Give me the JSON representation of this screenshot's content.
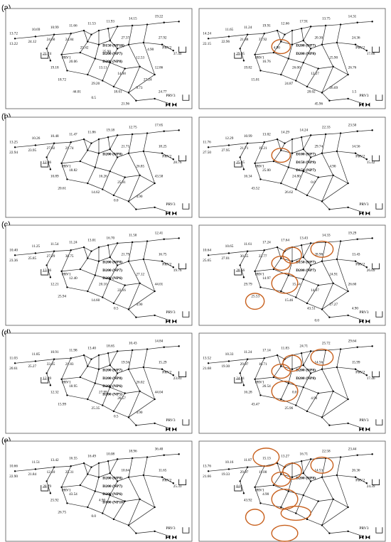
{
  "figure": {
    "rows": [
      {
        "label": "(a)",
        "panels": [
          {
            "side": "left",
            "values": [
              "13.72",
              "10.69",
              "10.99",
              "11.66",
              "11.53",
              "11.93",
              "14.15",
              "19.22",
              "13.22",
              "24.12",
              "24.60",
              "24.84",
              "27.37",
              "27.92",
              "37.40",
              "19.18",
              "21.74",
              "20.06",
              "18.72",
              "29.20",
              "13.11",
              "14.98",
              "12.53",
              "12.86",
              "18.01",
              "9.73",
              "21.96",
              "24.77",
              "25.42",
              "27.24",
              "25.90",
              "44.01",
              "0.5",
              "4.90"
            ],
            "labels": [
              "D150 (NP10)",
              "D200 (NP7)",
              "D200 (NP8)",
              "PRV1",
              "PRV2",
              "PRV3"
            ],
            "highlights": []
          },
          {
            "side": "right",
            "values": [
              "14.24",
              "11.65",
              "11.24",
              "19.91",
              "12.66",
              "17.91",
              "13.75",
              "14.31",
              "22.15",
              "22.96",
              "21.88",
              "37.92",
              "20.30",
              "24.36",
              "17.88",
              "19.82",
              "29.95",
              "16.76",
              "15.01",
              "24.87",
              "26.00",
              "12.27",
              "25.90",
              "26.76",
              "28.02",
              "26.69",
              "45.96",
              "1.5",
              "4.90"
            ],
            "labels": [
              "D200 (NP7)",
              "D200 (NP8)",
              "PRV1",
              "PRV2",
              "PRV3"
            ],
            "highlights": [
              "h1"
            ]
          }
        ]
      },
      {
        "label": "(b)",
        "panels": [
          {
            "side": "left",
            "values": [
              "13.25",
              "10.26",
              "10.48",
              "11.47",
              "11.86",
              "19.18",
              "12.75",
              "17.65",
              "22.94",
              "23.95",
              "27.92",
              "21.74",
              "21.71",
              "18.25",
              "28.76",
              "10.89",
              "12.86",
              "18.82",
              "20.61",
              "14.62",
              "16.26",
              "25.91",
              "26.85",
              "43.58",
              "0.0",
              "4.90"
            ],
            "labels": [
              "D200 (NP8)",
              "PRV1",
              "PRV2",
              "PRV3"
            ],
            "highlights": []
          },
          {
            "side": "right",
            "values": [
              "11.76",
              "12.29",
              "10.99",
              "13.02",
              "14.29",
              "14.24",
              "22.33",
              "23.50",
              "27.50",
              "27.95",
              "21.71",
              "19.21",
              "29.74",
              "14.56",
              "15.42",
              "16.34",
              "25.85",
              "25.00",
              "43.52",
              "26.62",
              "24.80",
              "0.0",
              "4.90"
            ],
            "labels": [
              "D100 (NP7)",
              "D150 (NP9)",
              "D150 (NP7)",
              "PRV1",
              "PRV2",
              "PRV3"
            ],
            "highlights": [
              "h1"
            ]
          }
        ]
      },
      {
        "label": "(c)",
        "panels": [
          {
            "side": "left",
            "values": [
              "10.40",
              "11.25",
              "11.54",
              "11.24",
              "13.01",
              "16.70",
              "11.50",
              "12.41",
              "23.36",
              "25.85",
              "27.29",
              "30.75",
              "21.79",
              "16.75",
              "19.76",
              "12.21",
              "13.36",
              "12.40",
              "25.94",
              "14.60",
              "20.10",
              "22.16",
              "27.12",
              "44.01",
              "0.5",
              "4.90"
            ],
            "labels": [
              "D200 (NP8)",
              "D200 (NP7)",
              "D200 (NP6)",
              "PRV1",
              "PRV2",
              "PRV3"
            ],
            "highlights": []
          },
          {
            "side": "right",
            "values": [
              "10.64",
              "10.65",
              "11.61",
              "17.24",
              "17.64",
              "13.43",
              "14.33",
              "19.29",
              "25.65",
              "27.01",
              "30.55",
              "22.77",
              "28.98",
              "13.43",
              "26.09",
              "29.79",
              "28.56",
              "14.97",
              "25.53",
              "15.46",
              "15.44",
              "14.97",
              "24.91",
              "26.60",
              "43.51",
              "27.27",
              "0.0",
              "4.90"
            ],
            "labels": [
              "D150 (NP7)",
              "D200 (NP7)",
              "PRV1",
              "PRV2",
              "PRV3"
            ],
            "highlights": [
              "h1",
              "h2",
              "h3",
              "h4",
              "h5"
            ]
          }
        ]
      },
      {
        "label": "(d)",
        "panels": [
          {
            "side": "left",
            "values": [
              "11.03",
              "11.85",
              "10.91",
              "11.98",
              "13.40",
              "18.65",
              "10.43",
              "14.84",
              "20.61",
              "25.27",
              "33.45",
              "21.83",
              "19.56",
              "15.29",
              "23.83",
              "12.32",
              "12.39",
              "18.95",
              "15.99",
              "25.35",
              "27.99",
              "20.57",
              "26.02",
              "44.04",
              "0.5",
              "4.90"
            ],
            "labels": [
              "D200 (NP7)",
              "D200 (NP8)",
              "D200 (NP6)",
              "D200 (NP5)",
              "PRV1",
              "PRV2",
              "PRV3"
            ],
            "highlights": []
          },
          {
            "side": "right",
            "values": [
              "13.52",
              "10.33",
              "11.24",
              "17.14",
              "11.83",
              "24.71",
              "25.72",
              "29.64",
              "21.68",
              "19.30",
              "29.97",
              "16.71",
              "14.56",
              "15.99",
              "17.46",
              "16.28",
              "24.41",
              "26.54",
              "43.47",
              "25.96",
              "0.0",
              "4.90"
            ],
            "labels": [
              "D200 (NP8)",
              "D200 (NP8)",
              "PRV1",
              "PRV2",
              "PRV3"
            ],
            "highlights": [
              "h1",
              "h2",
              "h3",
              "h4"
            ]
          }
        ]
      },
      {
        "label": "(e)",
        "panels": [
          {
            "side": "left",
            "values": [
              "10.66",
              "11.51",
              "13.42",
              "16.55",
              "16.49",
              "10.08",
              "18.96",
              "36.40",
              "22.90",
              "21.84",
              "12.10",
              "25.31",
              "10.64",
              "11.65",
              "25.33",
              "25.92",
              "28.79",
              "43.54",
              "26.75",
              "0.0",
              "4.90"
            ],
            "labels": [
              "D200 (NP8)",
              "D200 (NP7)",
              "D200 (NP6)",
              "D100 (NP10)",
              "PRV1",
              "PRV2",
              "PRV3"
            ],
            "highlights": []
          },
          {
            "side": "right",
            "values": [
              "13.76",
              "10.16",
              "11.87",
              "15.13",
              "13.27",
              "16.71",
              "22.58",
              "23.44",
              "21.66",
              "19.33",
              "29.97",
              "11.00",
              "14.53",
              "26.36",
              "24.39",
              "43.92",
              "0.0",
              "4.90"
            ],
            "labels": [
              "D200 (NP8)",
              "PRV1",
              "PRV2",
              "PRV3"
            ],
            "highlights": [
              "h1",
              "h2",
              "h3",
              "h4",
              "h5",
              "h6",
              "h7",
              "h8"
            ]
          }
        ]
      }
    ]
  }
}
